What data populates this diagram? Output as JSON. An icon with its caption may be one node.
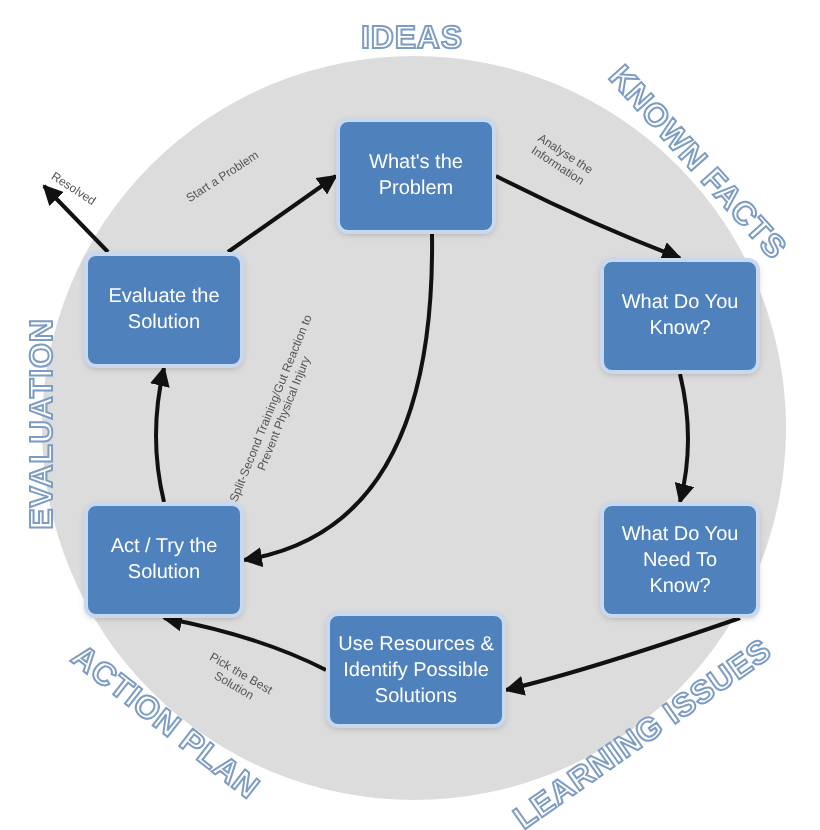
{
  "diagram": {
    "nodes": [
      {
        "text": [
          "What's the Problem"
        ]
      },
      {
        "text": [
          "What Do You Know?"
        ]
      },
      {
        "text": [
          "What Do You Need To Know?"
        ]
      },
      {
        "text": [
          "Use Resources & Identify Possible Solutions"
        ]
      },
      {
        "text": [
          "Act / Try the Solution"
        ]
      },
      {
        "text": [
          "Evaluate the Solution"
        ]
      }
    ],
    "edges": [
      {
        "from": 5,
        "to": 0,
        "arrow": "to",
        "label": "Start a Problem"
      },
      {
        "from": 0,
        "to": 1,
        "arrow": "to",
        "label": "Analyse the Information"
      },
      {
        "from": 1,
        "to": 2,
        "arrow": "to"
      },
      {
        "from": 2,
        "to": 3,
        "arrow": "to"
      },
      {
        "from": 3,
        "to": 4,
        "arrow": "to",
        "label": "Pick the Best Solution"
      },
      {
        "from": 4,
        "to": 5,
        "arrow": "to"
      },
      {
        "from": 0,
        "to": 4,
        "arrow": "to",
        "label": "Split-Second Training/Gut Reaction to Prevent Physical Injury"
      },
      {
        "from": 5,
        "to": null,
        "arrow": "to",
        "label": "Resolved"
      }
    ],
    "labels": [
      "IDEAS",
      "KNOWN FACTS",
      "LEARNING ISSUES",
      "ACTION PLAN",
      "EVALUATION"
    ]
  }
}
